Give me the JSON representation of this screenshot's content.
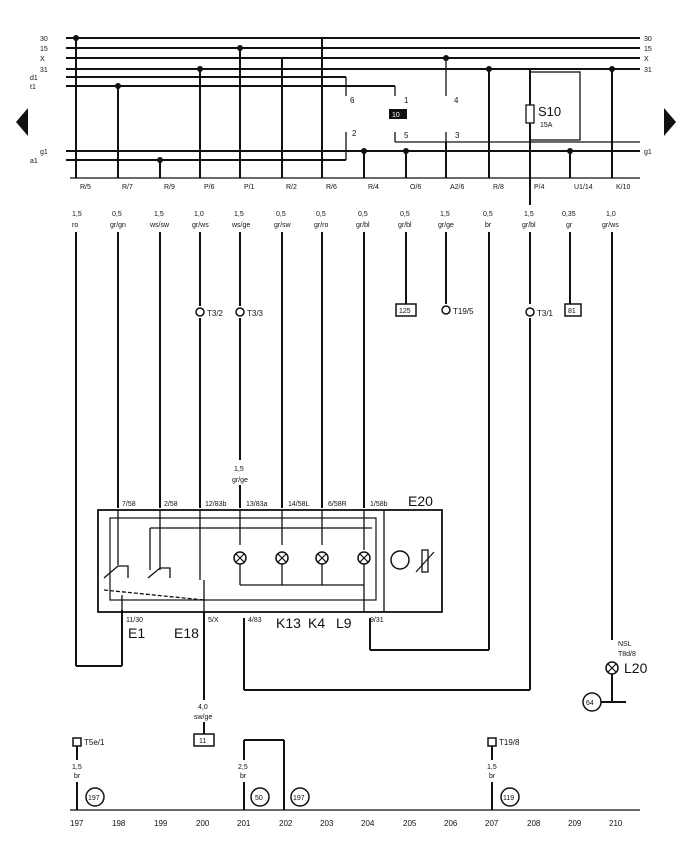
{
  "rails_left": [
    "30",
    "15",
    "X",
    "31",
    "d1",
    "t1",
    "g1",
    "a1"
  ],
  "rails_right": [
    "30",
    "15",
    "X",
    "31",
    "g1"
  ],
  "relay_pins": [
    "6",
    "1",
    "4",
    "2",
    "5",
    "3"
  ],
  "relay_tag": "10",
  "fuse": {
    "name": "S10",
    "rating": "15A"
  },
  "connector_labels": [
    "R/5",
    "R/7",
    "R/9",
    "P/6",
    "P/1",
    "R/2",
    "R/6",
    "R/4",
    "O/6",
    "A2/6",
    "R/8",
    "P/4",
    "U1/14",
    "K/10"
  ],
  "wires": [
    {
      "size": "1,5",
      "color": "ro"
    },
    {
      "size": "0,5",
      "color": "gr/gn"
    },
    {
      "size": "1,5",
      "color": "ws/sw"
    },
    {
      "size": "1,0",
      "color": "gr/ws"
    },
    {
      "size": "1,5",
      "color": "ws/ge"
    },
    {
      "size": "0,5",
      "color": "gr/sw"
    },
    {
      "size": "0,5",
      "color": "gr/ro"
    },
    {
      "size": "0,5",
      "color": "gr/bl"
    },
    {
      "size": "0,5",
      "color": "gr/bl"
    },
    {
      "size": "1,5",
      "color": "gr/ge"
    },
    {
      "size": "0,5",
      "color": "br"
    },
    {
      "size": "1,5",
      "color": "gr/bl"
    },
    {
      "size": "0,35",
      "color": "gr"
    },
    {
      "size": "1,0",
      "color": "gr/ws"
    }
  ],
  "mid_connectors": [
    "T3/2",
    "T3/3",
    "T19/5",
    "T3/1"
  ],
  "mid_tags": [
    "125",
    "81"
  ],
  "mid_wire": {
    "size": "1,5",
    "color": "gr/ge"
  },
  "switch_pins_top": [
    "7/58",
    "2/58",
    "12/83b",
    "13/83a",
    "14/58L",
    "6/58R",
    "1/58b"
  ],
  "switch_pins_bottom": [
    "11/30",
    "5/X",
    "4/83",
    "9/31"
  ],
  "component_labels": [
    "E20",
    "E1",
    "E18",
    "K13",
    "K4",
    "L9"
  ],
  "lamp": {
    "conn1": "NSL",
    "conn2": "T8d/8",
    "name": "L20",
    "ground": "64"
  },
  "bottom_wire": {
    "size": "4,0",
    "color": "sw/ge",
    "tag": "11"
  },
  "bottom_left": {
    "conn": "T5e/1",
    "size": "1,5",
    "color": "br",
    "ref": "197"
  },
  "bottom_mid": {
    "size": "2,5",
    "color": "br",
    "ref1": "50",
    "ref2": "197"
  },
  "bottom_right": {
    "conn": "T19/8",
    "size": "1,5",
    "color": "br",
    "ref": "119"
  },
  "column_numbers": [
    "197",
    "198",
    "199",
    "200",
    "201",
    "202",
    "203",
    "204",
    "205",
    "206",
    "207",
    "208",
    "209",
    "210"
  ]
}
